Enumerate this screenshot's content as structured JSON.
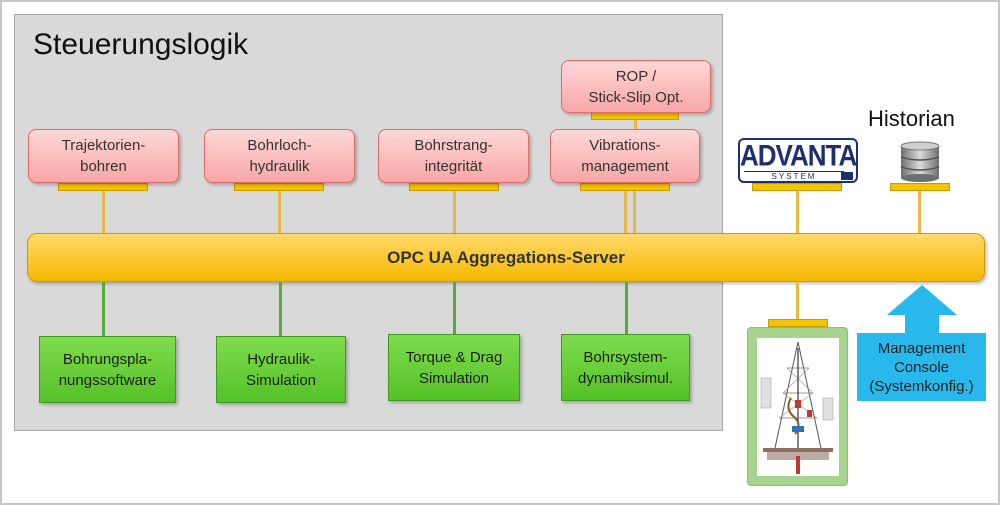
{
  "panel": {
    "title": "Steuerungslogik"
  },
  "control_modules": [
    {
      "label": "Trajektorien-\nbohren"
    },
    {
      "label": "Bohrloch-\nhydraulik"
    },
    {
      "label": "Bohrstrang-\nintegrität"
    },
    {
      "label": "Vibrations-\nmanagement"
    }
  ],
  "rop_module": {
    "label": "ROP /\nStick-Slip Opt."
  },
  "bus": {
    "label": "OPC UA Aggregations-Server"
  },
  "simulation_modules": [
    {
      "label": "Bohrungspla-\nnungssoftware"
    },
    {
      "label": "Hydraulik-\nSimulation"
    },
    {
      "label": "Torque & Drag\nSimulation"
    },
    {
      "label": "Bohrsystem-\ndynamiksimul."
    }
  ],
  "advantage_logo": {
    "main": "ADVANTAGE",
    "sub": "SYSTEM"
  },
  "historian": {
    "label": "Historian",
    "icon": "database-icon"
  },
  "rig_diagram": {
    "icon": "drilling-rig-diagram"
  },
  "management_console": {
    "label": "Management\nConsole\n(Systemkonfig.)"
  },
  "colors": {
    "control_module": "#f7a6a6",
    "simulation_module": "#55c229",
    "bus": "#f5b800",
    "management_console": "#29b8ec",
    "panel": "#d9d9d9"
  }
}
